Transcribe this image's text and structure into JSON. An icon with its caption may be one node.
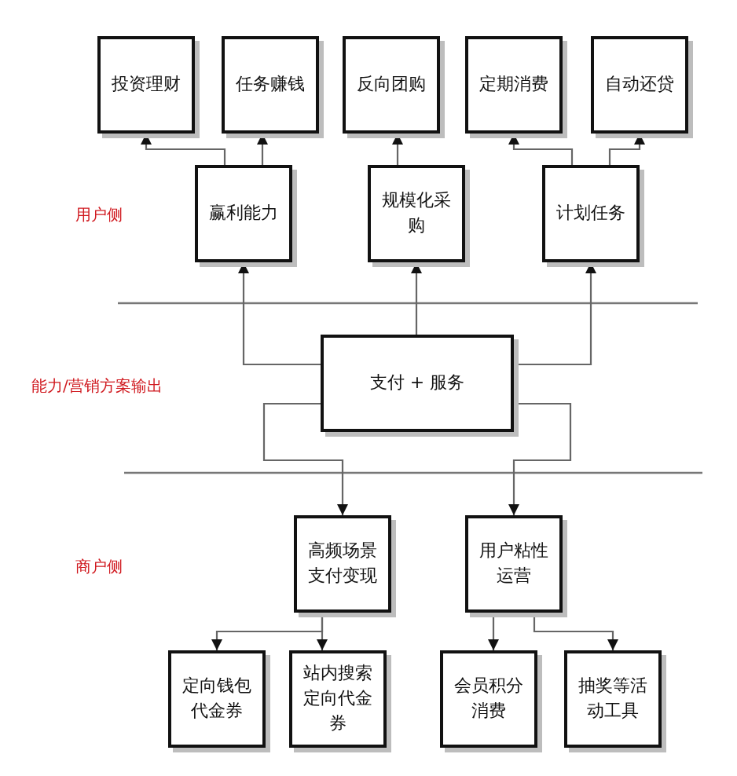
{
  "diagram": {
    "nodes": [
      {
        "text": [
          "投资理财"
        ]
      },
      {
        "text": [
          "任务赚钱"
        ]
      },
      {
        "text": [
          "反向团购"
        ]
      },
      {
        "text": [
          "定期消费"
        ]
      },
      {
        "text": [
          "自动还贷"
        ]
      },
      {
        "text": [
          "赢利能力"
        ]
      },
      {
        "text": [
          "规模化采购"
        ]
      },
      {
        "text": [
          "计划任务"
        ]
      },
      {
        "text": [
          "支付 + 服务"
        ]
      },
      {
        "text": [
          "高频场景支付变现"
        ]
      },
      {
        "text": [
          "用户粘性运营"
        ]
      },
      {
        "text": [
          "定向钱包代金券"
        ]
      },
      {
        "text": [
          "站内搜索定向代金券"
        ]
      },
      {
        "text": [
          "会员积分消费"
        ]
      },
      {
        "text": [
          "抽奖等活动工具"
        ]
      }
    ],
    "edges": [
      {
        "from": 5,
        "to": 0,
        "arrow": "to"
      },
      {
        "from": 5,
        "to": 1,
        "arrow": "to"
      },
      {
        "from": 6,
        "to": 2,
        "arrow": "to"
      },
      {
        "from": 7,
        "to": 3,
        "arrow": "to"
      },
      {
        "from": 7,
        "to": 4,
        "arrow": "to"
      },
      {
        "from": 8,
        "to": 5,
        "arrow": "to"
      },
      {
        "from": 8,
        "to": 6,
        "arrow": "to"
      },
      {
        "from": 8,
        "to": 7,
        "arrow": "to"
      },
      {
        "from": 8,
        "to": 9,
        "arrow": "to"
      },
      {
        "from": 8,
        "to": 10,
        "arrow": "to"
      },
      {
        "from": 9,
        "to": 11,
        "arrow": "to"
      },
      {
        "from": 9,
        "to": 12,
        "arrow": "to"
      },
      {
        "from": 10,
        "to": 13,
        "arrow": "to"
      },
      {
        "from": 10,
        "to": 14,
        "arrow": "to"
      }
    ],
    "labels": [
      "用户侧",
      "能力/营销方案输出",
      "商户侧"
    ]
  }
}
